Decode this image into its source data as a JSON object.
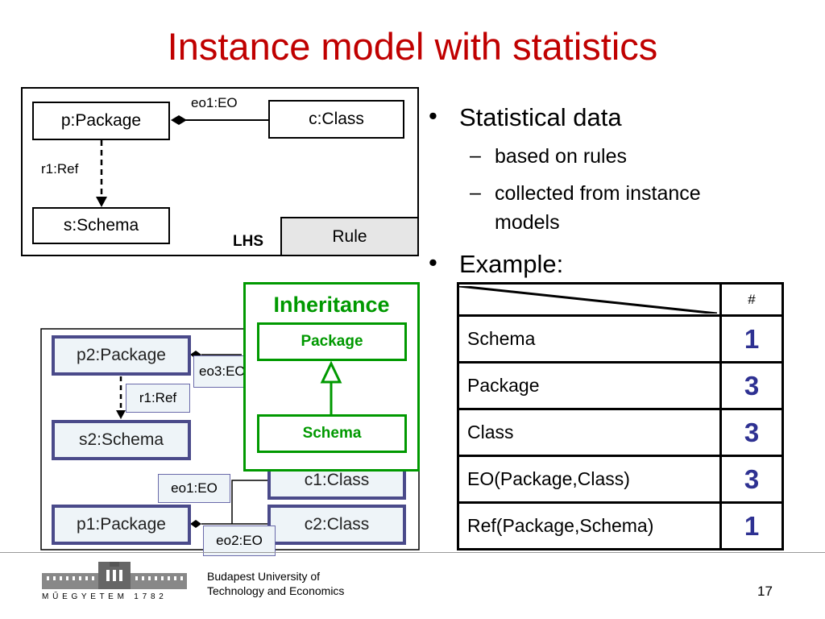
{
  "title": "Instance model with statistics",
  "rule": {
    "nodes": {
      "package": "p:Package",
      "class": "c:Class",
      "schema": "s:Schema"
    },
    "edges": {
      "eo": "eo1:EO",
      "ref": "r1:Ref"
    },
    "lhs_label": "LHS",
    "rule_label": "Rule"
  },
  "inheritance": {
    "title": "Inheritance",
    "parent": "Package",
    "child": "Schema"
  },
  "instance": {
    "nodes": {
      "p2": "p2:Package",
      "s2": "s2:Schema",
      "c1": "c1:Class",
      "p1": "p1:Package",
      "c2": "c2:Class"
    },
    "edges": {
      "eo3": "eo3:EO",
      "r1": "r1:Ref",
      "eo1": "eo1:EO",
      "eo2": "eo2:EO"
    }
  },
  "bullets": {
    "b1": "Statistical data",
    "b1_sub1": "based on rules",
    "b1_sub2_line1": "collected from instance",
    "b1_sub2_line2": "models",
    "b2": "Example:"
  },
  "table": {
    "header": [
      "",
      "#"
    ],
    "rows": [
      {
        "name": "Schema",
        "count": "1"
      },
      {
        "name": "Package",
        "count": "3"
      },
      {
        "name": "Class",
        "count": "3"
      },
      {
        "name": "EO(Package,Class)",
        "count": "3"
      },
      {
        "name": "Ref(Package,Schema)",
        "count": "1"
      }
    ]
  },
  "footer": {
    "line1": "Budapest University of",
    "line2": "Technology and Economics",
    "logo_caption": "M Ű E G Y E T E M   1 7 8 2",
    "page": "17"
  },
  "colors": {
    "title": "#c00000",
    "navy": "#2e3192",
    "green": "#009900"
  }
}
